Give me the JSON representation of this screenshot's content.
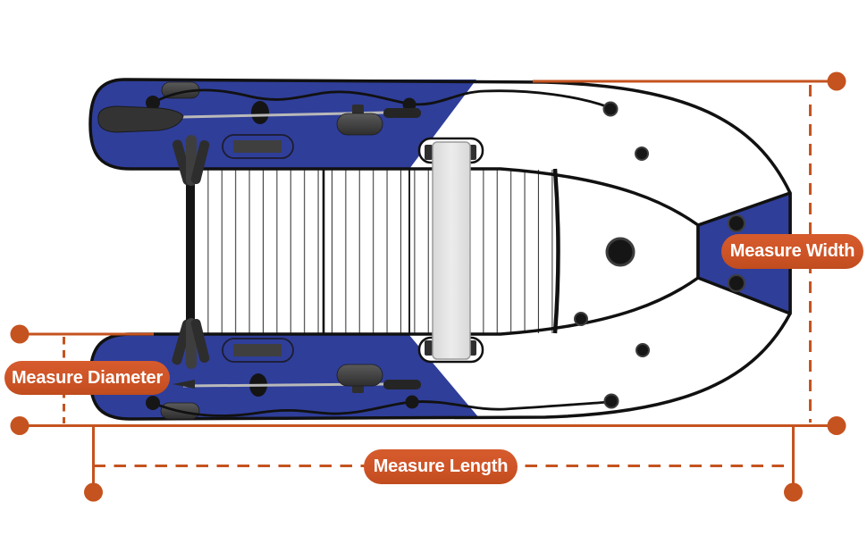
{
  "page": {
    "background": "#ffffff"
  },
  "colors": {
    "accent_orange": "#c5531f",
    "pill_orange": "#ce5427",
    "boat_blue": "#2f3e99",
    "outline_black": "#111111",
    "seat_gray": "#e4e4e4",
    "hardware_gray": "#3c3c3c",
    "label_text": "#ffffff"
  },
  "diagram": {
    "type": "product-measurement-diagram",
    "subject": "inflatable-boat-top-view",
    "labels": {
      "width": "Measure Width",
      "diameter": "Measure Diameter",
      "length": "Measure Length"
    }
  }
}
